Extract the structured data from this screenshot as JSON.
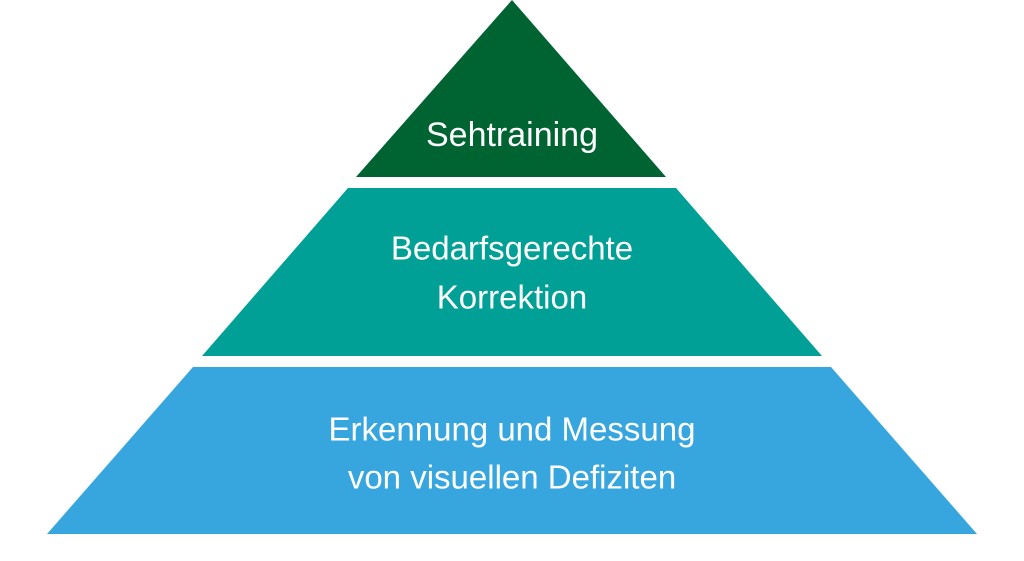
{
  "diagram": {
    "type": "pyramid",
    "tiers": [
      {
        "level": "top",
        "lines": [
          "Sehtraining"
        ],
        "color": "#006332"
      },
      {
        "level": "middle",
        "lines": [
          "Bedarfsgerechte",
          "Korrektion"
        ],
        "color": "#00a096"
      },
      {
        "level": "bottom",
        "lines": [
          "Erkennung und Messung",
          "von visuellen Defiziten"
        ],
        "color": "#37a6de"
      }
    ]
  }
}
